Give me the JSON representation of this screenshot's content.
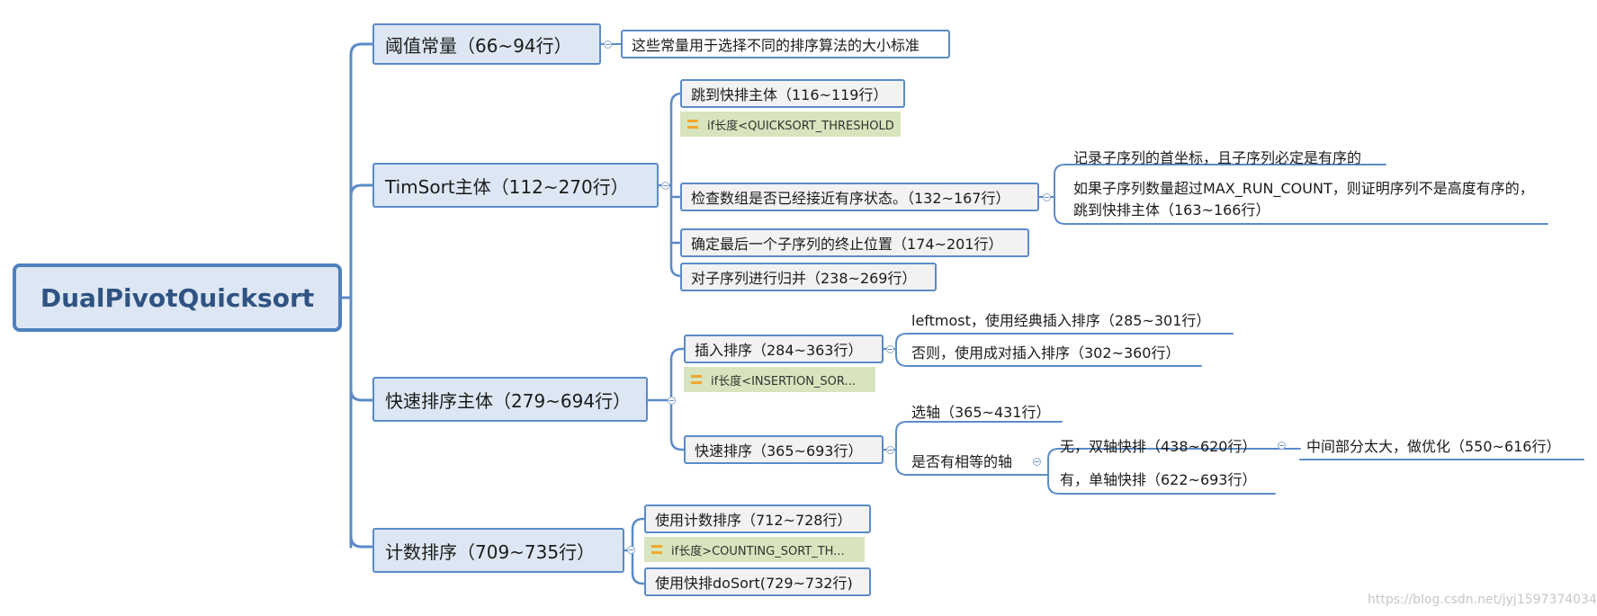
{
  "root": {
    "label": "DualPivotQuicksort"
  },
  "threshold": {
    "label": "阈值常量（66~94行）",
    "desc": "这些常量用于选择不同的排序算法的大小标准"
  },
  "timsort": {
    "label": "TimSort主体（112~270行）",
    "jump": "跳到快排主体（116~119行）",
    "jump_note": "if长度<QUICKSORT_THRESHOLD",
    "check": "检查数组是否已经接近有序状态。（132~167行）",
    "record": "记录子序列的首坐标，且子序列必定是有序的",
    "overflow": "如果子序列数量超过MAX_RUN_COUNT，则证明序列不是高度有序的，跳到快排主体（163~166行）",
    "last_run": "确定最后一个子序列的终止位置（174~201行）",
    "merge": "对子序列进行归并（238~269行）"
  },
  "quicksort": {
    "label": "快速排序主体（279~694行）",
    "insertion": "插入排序（284~363行）",
    "insertion_note": "if长度<INSERTION_SOR...",
    "leftmost": "leftmost，使用经典插入排序（285~301行）",
    "otherwise": "否则，使用成对插入排序（302~360行）",
    "qsort": "快速排序（365~693行）",
    "pivot": "选轴（365~431行）",
    "equal": "是否有相等的轴",
    "dual": "无，双轴快排（438~620行）",
    "middle": "中间部分太大，做优化（550~616行）",
    "single": "有，单轴快排（622~693行）"
  },
  "counting": {
    "label": "计数排序（709~735行）",
    "use_counting": "使用计数排序（712~728行）",
    "counting_note": "if长度>COUNTING_SORT_TH...",
    "use_dosort": "使用快排doSort(729~732行)"
  },
  "watermark": "https://blog.csdn.net/jyj1597374034",
  "colors": {
    "line": "#5b8bc7",
    "node_fill": "#dde7f3",
    "note_fill": "#d7e4bd",
    "root_text": "#2f5382"
  }
}
